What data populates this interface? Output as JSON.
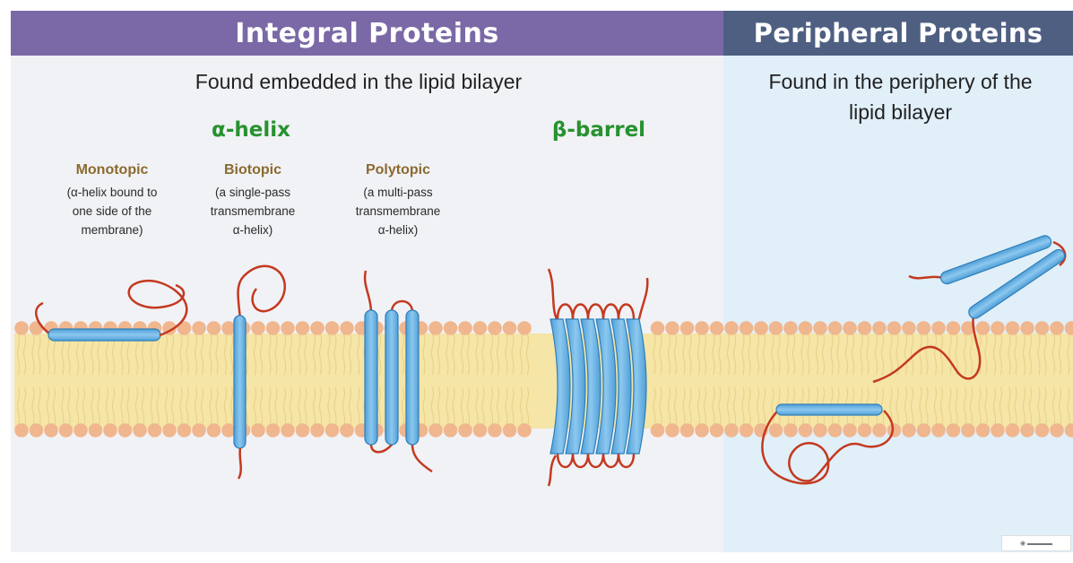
{
  "headers": {
    "integral": "Integral Proteins",
    "peripheral": "Peripheral Proteins"
  },
  "descriptions": {
    "integral": "Found embedded in the lipid bilayer",
    "peripheral_line1": "Found in the periphery of the",
    "peripheral_line2": "lipid bilayer"
  },
  "groups": {
    "alpha_helix": "α-helix",
    "beta_barrel": "β-barrel"
  },
  "categories": [
    {
      "title": "Monotopic",
      "desc": [
        "(α-helix bound to",
        "one side of the",
        "membrane)"
      ]
    },
    {
      "title": "Biotopic",
      "desc": [
        "(a single-pass",
        "transmembrane",
        "α-helix)"
      ]
    },
    {
      "title": "Polytopic",
      "desc": [
        "(a multi-pass",
        "transmembrane",
        "α-helix)"
      ]
    }
  ],
  "colors": {
    "integral_header": "#7a69a6",
    "peripheral_header": "#4e5f82",
    "integral_bg": "#f1f2f6",
    "peripheral_bg": "#e1eff9",
    "group_label": "#27922f",
    "category_title": "#8a6a2e",
    "helix": "#6bb6e8",
    "helix_edge": "#2f7fb8",
    "loop": "#c4391f",
    "lipid_head": "#f0b68e",
    "lipid_tail": "#f5e5a6"
  },
  "icons": {
    "membrane": "lipid-bilayer",
    "helix": "alpha-helix-cylinder",
    "loop": "polypeptide-loop"
  }
}
